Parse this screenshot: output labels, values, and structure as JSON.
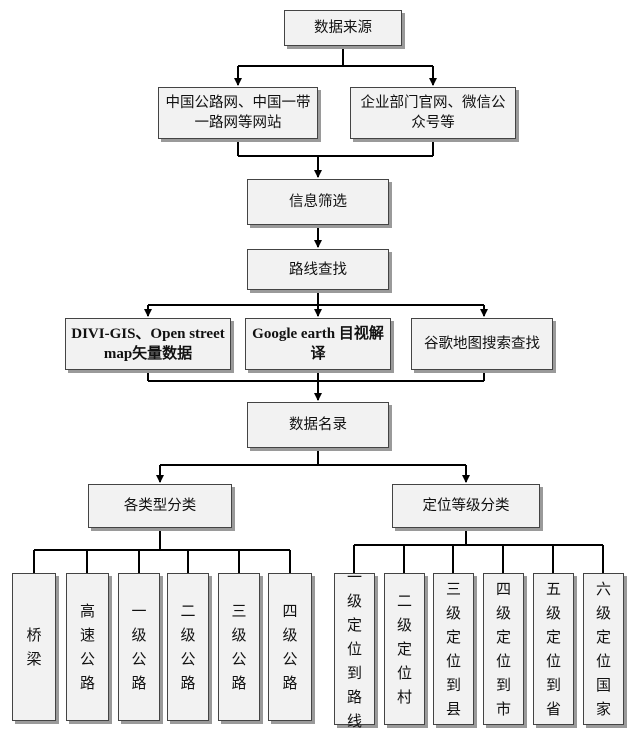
{
  "nodes": {
    "source": "数据来源",
    "web1": "中国公路网、中国一带一路网等网站",
    "web2": "企业部门官网、微信公众号等",
    "filter": "信息筛选",
    "route": "路线查找",
    "method1": "DIVI-GIS、Open street map矢量数据",
    "method2": "Google earth 目视解译",
    "method3": "谷歌地图搜索查找",
    "directory": "数据名录",
    "cat_type": "各类型分类",
    "cat_level": "定位等级分类"
  },
  "types": [
    "桥梁",
    "高速公路",
    "一级公路",
    "二级公路",
    "三级公路",
    "四级公路"
  ],
  "levels": [
    "一级定位到路线",
    "二级定位村",
    "三级定位到县",
    "四级定位到市",
    "五级定位到省",
    "六级定位国家"
  ]
}
